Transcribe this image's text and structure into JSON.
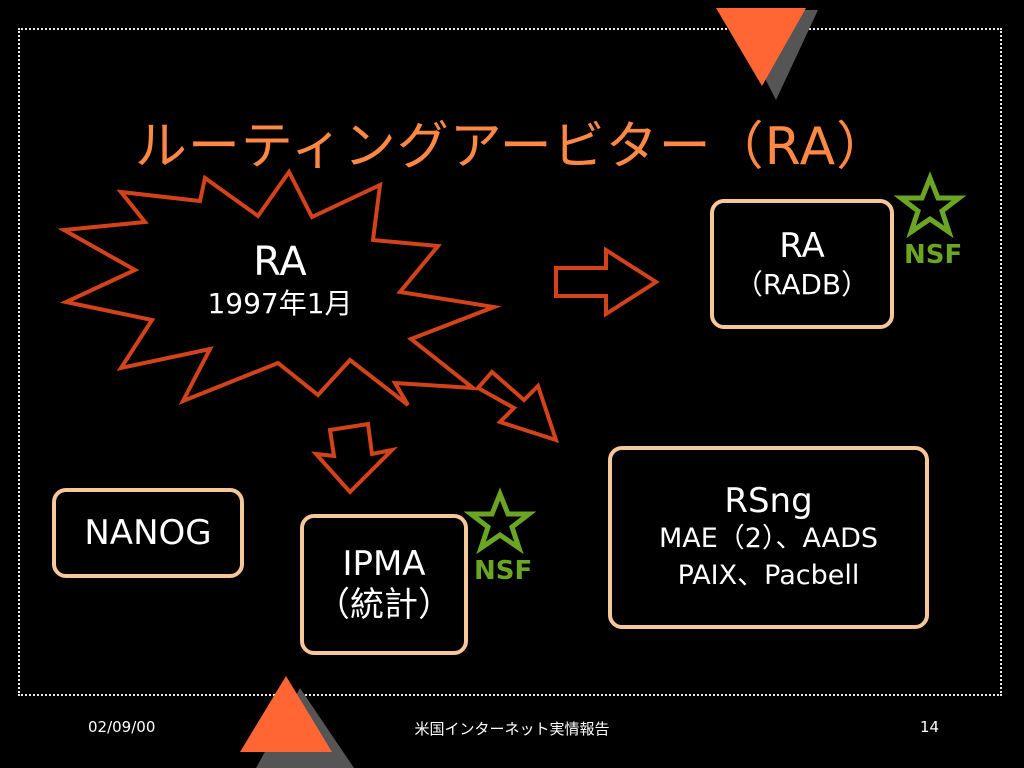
{
  "slide": {
    "title": "ルーティングアービター（RA）",
    "accent_color": "#ff6633",
    "box_border_color": "#f7c79c",
    "nsf_color": "#6aa523"
  },
  "burst": {
    "name": "RA",
    "date": "1997年1月"
  },
  "nodes": {
    "ra": {
      "line1": "RA",
      "line2": "（RADB）"
    },
    "rsng": {
      "line1": "RSng",
      "line2": "MAE（2）、AADS",
      "line3": "PAIX、Pacbell"
    },
    "nanog": {
      "line1": "NANOG"
    },
    "ipma": {
      "line1": "IPMA",
      "line2": "（統計）"
    }
  },
  "badges": [
    {
      "icon": "star-outline-icon",
      "label": "NSF"
    },
    {
      "icon": "star-outline-icon",
      "label": "NSF"
    }
  ],
  "footer": {
    "date": "02/09/00",
    "center": "米国インターネット実情報告",
    "page": "14"
  }
}
